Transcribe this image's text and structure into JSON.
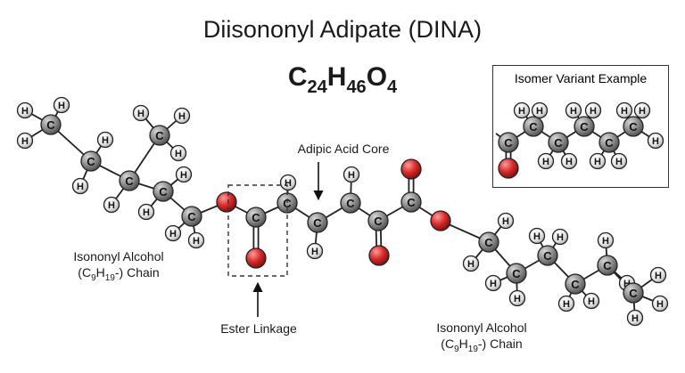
{
  "title": "Diisononyl Adipate (DINA)",
  "formula": {
    "C": "C",
    "c_count": "24",
    "H": "H",
    "h_count": "46",
    "O": "O",
    "o_count": "4"
  },
  "labels": {
    "left_chain_line1": "Isononyl Alcohol",
    "left_chain_line2_pre": "(C",
    "left_chain_sub1": "9",
    "left_chain_mid": "H",
    "left_chain_sub2": "19",
    "left_chain_post": "-) Chain",
    "right_chain_line1": "Isononyl Alcohol",
    "right_chain_line2_pre": "(C",
    "right_chain_sub1": "9",
    "right_chain_mid": "H",
    "right_chain_sub2": "19",
    "right_chain_post": "-) Chain",
    "adipic_core": "Adipic Acid Core",
    "ester_linkage": "Ester Linkage",
    "inset_title": "Isomer Variant Example"
  },
  "atom_symbols": {
    "carbon": "C",
    "hydrogen": "H",
    "oxygen": "O"
  },
  "colors": {
    "carbon": "#8a8a8a",
    "hydrogen": "#e6e6e6",
    "oxygen": "#d62b2b",
    "bond": "#222222"
  }
}
